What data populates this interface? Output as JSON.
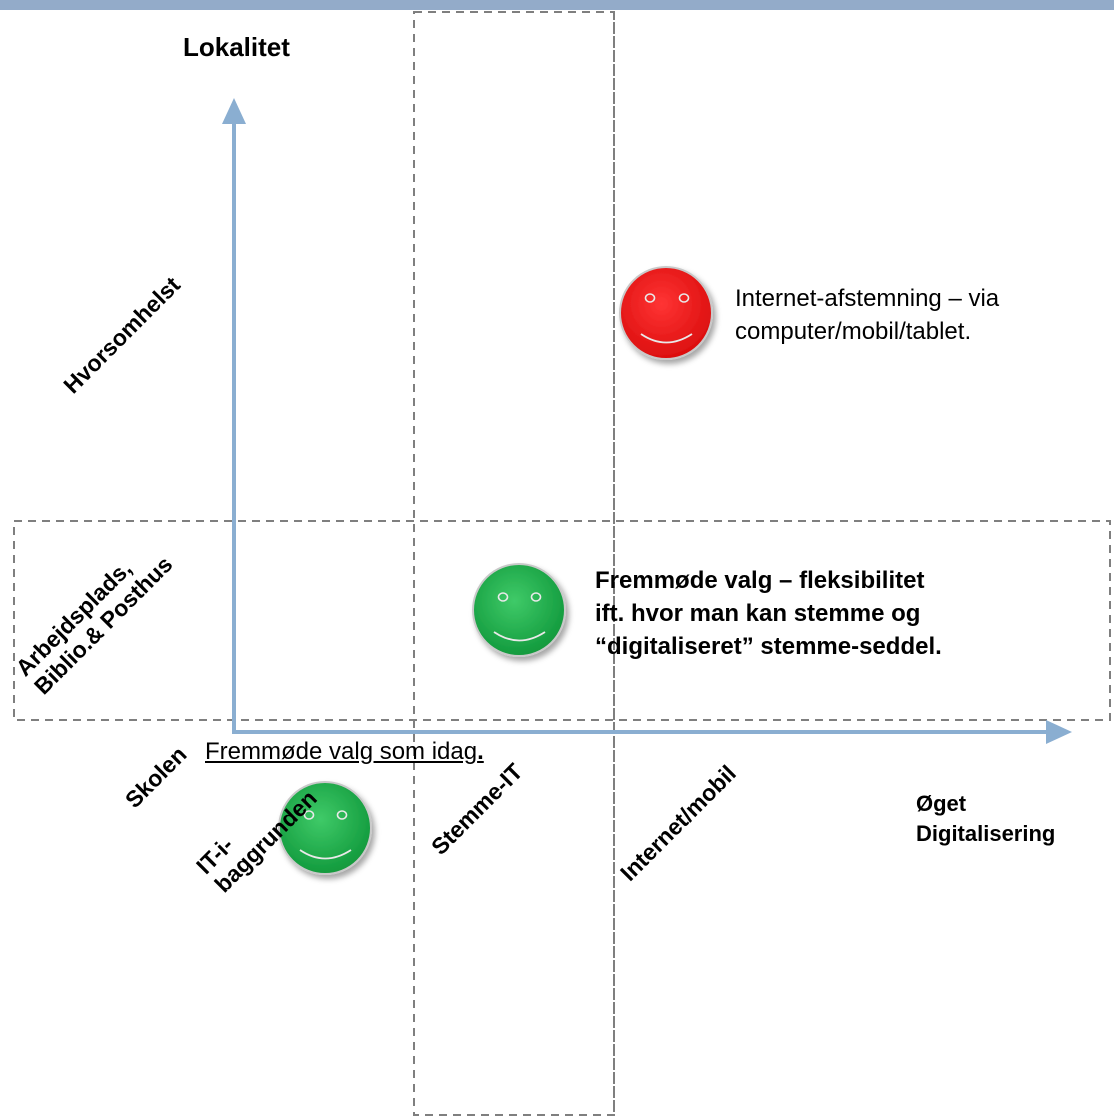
{
  "y_axis": {
    "title": "Lokalitet",
    "levels": [
      "Skolen",
      "Arbejdsplads, Biblio.& Posthus",
      "Hvorsomhelst"
    ]
  },
  "x_axis": {
    "title": "Øget Digitalisering",
    "levels": [
      "IT-i-baggrunden",
      "Stemme-IT",
      "Internet/mobil"
    ]
  },
  "labels": {
    "skolen": "Skolen",
    "arbejdsplads_line1": "Arbejdsplads,",
    "arbejdsplads_line2": "Biblio.& Posthus",
    "hvorsomhelst": "Hvorsomhelst",
    "it_line1": "IT-i-",
    "it_line2": "baggrunden",
    "stemme_it": "Stemme-IT",
    "internet_mobil": "Internet/mobil",
    "oeget_line1": "Øget",
    "oeget_line2": "Digitalisering",
    "lokalitet": "Lokalitet"
  },
  "items": [
    {
      "name": "fremmode-valg-idag",
      "face_color": "green",
      "text": "Fremmøde valg som idag",
      "suffix": "."
    },
    {
      "name": "fremmode-valg-fleksibilitet",
      "face_color": "green",
      "lines": [
        "Fremmøde valg – fleksibilitet",
        "ift. hvor man kan stemme og",
        "“digitaliseret” stemme-seddel."
      ]
    },
    {
      "name": "internet-afstemning",
      "face_color": "red",
      "lines": [
        "Internet-afstemning – via",
        "computer/mobil/tablet."
      ]
    }
  ],
  "colors": {
    "green": "#1db04a",
    "red": "#f01919",
    "axis": "#8aaed1",
    "dash": "#7f7f7f",
    "topbar": "#93abc9"
  }
}
